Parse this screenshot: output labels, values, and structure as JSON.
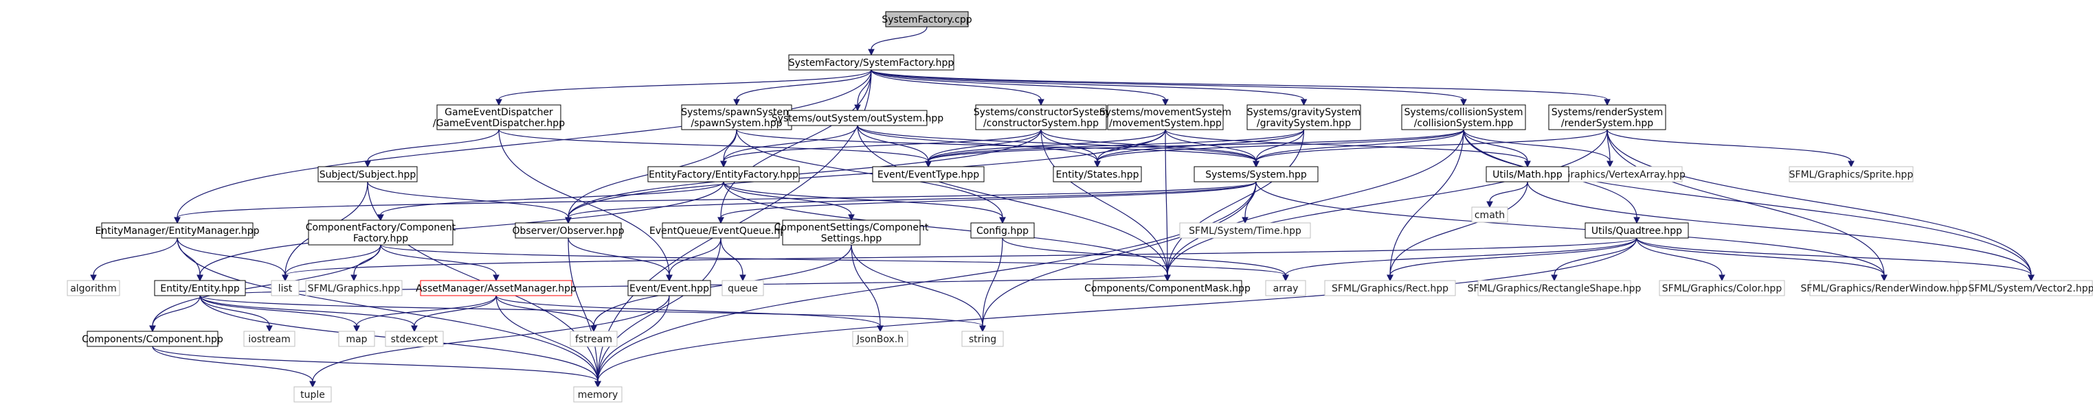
{
  "diagram": {
    "type": "include-dependency-graph",
    "colors": {
      "edge": "#191970",
      "root_fill": "#bfbfbf",
      "node_border": "#000000",
      "system_border": "#bfbfbf",
      "missing_border": "#ff0000"
    },
    "nodes": [
      {
        "id": "root",
        "lines": [
          "SystemFactory.cpp"
        ],
        "kind": "root"
      },
      {
        "id": "sf",
        "lines": [
          "SystemFactory/SystemFactory.hpp"
        ],
        "kind": "project"
      },
      {
        "id": "ged",
        "lines": [
          "GameEventDispatcher",
          "/GameEventDispatcher.hpp"
        ],
        "kind": "project"
      },
      {
        "id": "spawn",
        "lines": [
          "Systems/spawnSystem",
          "/spawnSystem.hpp"
        ],
        "kind": "project"
      },
      {
        "id": "out",
        "lines": [
          "Systems/outSystem/outSystem.hpp"
        ],
        "kind": "project"
      },
      {
        "id": "constructor",
        "lines": [
          "Systems/constructorSystem",
          "/constructorSystem.hpp"
        ],
        "kind": "project"
      },
      {
        "id": "movement",
        "lines": [
          "Systems/movementSystem",
          "/movementSystem.hpp"
        ],
        "kind": "project"
      },
      {
        "id": "gravity",
        "lines": [
          "Systems/gravitySystem",
          "/gravitySystem.hpp"
        ],
        "kind": "project"
      },
      {
        "id": "collision",
        "lines": [
          "Systems/collisionSystem",
          "/collisionSystem.hpp"
        ],
        "kind": "project"
      },
      {
        "id": "render",
        "lines": [
          "Systems/renderSystem",
          "/renderSystem.hpp"
        ],
        "kind": "project"
      },
      {
        "id": "subject",
        "lines": [
          "Subject/Subject.hpp"
        ],
        "kind": "project"
      },
      {
        "id": "ef",
        "lines": [
          "EntityFactory/EntityFactory.hpp"
        ],
        "kind": "project"
      },
      {
        "id": "eventtype",
        "lines": [
          "Event/EventType.hpp"
        ],
        "kind": "project"
      },
      {
        "id": "states",
        "lines": [
          "Entity/States.hpp"
        ],
        "kind": "project"
      },
      {
        "id": "system",
        "lines": [
          "Systems/System.hpp"
        ],
        "kind": "project"
      },
      {
        "id": "vertexarray",
        "lines": [
          "SFML/Graphics/VertexArray.hpp"
        ],
        "kind": "system"
      },
      {
        "id": "sprite",
        "lines": [
          "SFML/Graphics/Sprite.hpp"
        ],
        "kind": "system"
      },
      {
        "id": "math",
        "lines": [
          "Utils/Math.hpp"
        ],
        "kind": "project"
      },
      {
        "id": "cmath",
        "lines": [
          "cmath"
        ],
        "kind": "system"
      },
      {
        "id": "em",
        "lines": [
          "EntityManager/EntityManager.hpp"
        ],
        "kind": "project"
      },
      {
        "id": "cf",
        "lines": [
          "ComponentFactory/Component",
          "Factory.hpp"
        ],
        "kind": "project"
      },
      {
        "id": "observer",
        "lines": [
          "Observer/Observer.hpp"
        ],
        "kind": "project"
      },
      {
        "id": "eq",
        "lines": [
          "EventQueue/EventQueue.hpp"
        ],
        "kind": "project"
      },
      {
        "id": "cs",
        "lines": [
          "ComponentSettings/Component",
          "Settings.hpp"
        ],
        "kind": "project"
      },
      {
        "id": "config",
        "lines": [
          "Config.hpp"
        ],
        "kind": "project"
      },
      {
        "id": "time",
        "lines": [
          "SFML/System/Time.hpp"
        ],
        "kind": "system"
      },
      {
        "id": "quadtree",
        "lines": [
          "Utils/Quadtree.hpp"
        ],
        "kind": "project"
      },
      {
        "id": "algorithm",
        "lines": [
          "algorithm"
        ],
        "kind": "system"
      },
      {
        "id": "entity",
        "lines": [
          "Entity/Entity.hpp"
        ],
        "kind": "project"
      },
      {
        "id": "list",
        "lines": [
          "list"
        ],
        "kind": "system"
      },
      {
        "id": "sfgraphics",
        "lines": [
          "SFML/Graphics.hpp"
        ],
        "kind": "system"
      },
      {
        "id": "am",
        "lines": [
          "AssetManager/AssetManager.hpp"
        ],
        "kind": "missing"
      },
      {
        "id": "event",
        "lines": [
          "Event/Event.hpp"
        ],
        "kind": "project"
      },
      {
        "id": "queue",
        "lines": [
          "queue"
        ],
        "kind": "system"
      },
      {
        "id": "cmask",
        "lines": [
          "Components/ComponentMask.hpp"
        ],
        "kind": "project"
      },
      {
        "id": "array",
        "lines": [
          "array"
        ],
        "kind": "system"
      },
      {
        "id": "rect",
        "lines": [
          "SFML/Graphics/Rect.hpp"
        ],
        "kind": "system"
      },
      {
        "id": "rectshape",
        "lines": [
          "SFML/Graphics/RectangleShape.hpp"
        ],
        "kind": "system"
      },
      {
        "id": "color",
        "lines": [
          "SFML/Graphics/Color.hpp"
        ],
        "kind": "system"
      },
      {
        "id": "renderwindow",
        "lines": [
          "SFML/Graphics/RenderWindow.hpp"
        ],
        "kind": "system"
      },
      {
        "id": "vector2",
        "lines": [
          "SFML/System/Vector2.hpp"
        ],
        "kind": "system"
      },
      {
        "id": "component",
        "lines": [
          "Components/Component.hpp"
        ],
        "kind": "project"
      },
      {
        "id": "iostream",
        "lines": [
          "iostream"
        ],
        "kind": "system"
      },
      {
        "id": "map",
        "lines": [
          "map"
        ],
        "kind": "system"
      },
      {
        "id": "stdexcept",
        "lines": [
          "stdexcept"
        ],
        "kind": "system"
      },
      {
        "id": "fstream",
        "lines": [
          "fstream"
        ],
        "kind": "system"
      },
      {
        "id": "jsonbox",
        "lines": [
          "JsonBox.h"
        ],
        "kind": "system"
      },
      {
        "id": "string",
        "lines": [
          "string"
        ],
        "kind": "system"
      },
      {
        "id": "tuple",
        "lines": [
          "tuple"
        ],
        "kind": "system"
      },
      {
        "id": "memory",
        "lines": [
          "memory"
        ],
        "kind": "system"
      }
    ],
    "edges": [
      [
        "root",
        "sf"
      ],
      [
        "sf",
        "ged"
      ],
      [
        "sf",
        "spawn"
      ],
      [
        "sf",
        "out"
      ],
      [
        "sf",
        "constructor"
      ],
      [
        "sf",
        "movement"
      ],
      [
        "sf",
        "gravity"
      ],
      [
        "sf",
        "collision"
      ],
      [
        "sf",
        "render"
      ],
      [
        "sf",
        "em"
      ],
      [
        "sf",
        "eq"
      ],
      [
        "sf",
        "memory"
      ],
      [
        "ged",
        "subject"
      ],
      [
        "ged",
        "eventtype"
      ],
      [
        "ged",
        "event"
      ],
      [
        "subject",
        "observer"
      ],
      [
        "subject",
        "list"
      ],
      [
        "subject",
        "memory"
      ],
      [
        "spawn",
        "ef"
      ],
      [
        "spawn",
        "system"
      ],
      [
        "spawn",
        "observer"
      ],
      [
        "spawn",
        "config"
      ],
      [
        "out",
        "system"
      ],
      [
        "out",
        "eventtype"
      ],
      [
        "out",
        "states"
      ],
      [
        "out",
        "ef"
      ],
      [
        "out",
        "cmask"
      ],
      [
        "constructor",
        "ef"
      ],
      [
        "constructor",
        "system"
      ],
      [
        "constructor",
        "eventtype"
      ],
      [
        "constructor",
        "states"
      ],
      [
        "constructor",
        "observer"
      ],
      [
        "constructor",
        "cmask"
      ],
      [
        "movement",
        "system"
      ],
      [
        "movement",
        "states"
      ],
      [
        "movement",
        "eventtype"
      ],
      [
        "movement",
        "math"
      ],
      [
        "movement",
        "observer"
      ],
      [
        "movement",
        "cmask"
      ],
      [
        "gravity",
        "system"
      ],
      [
        "gravity",
        "states"
      ],
      [
        "gravity",
        "cmask"
      ],
      [
        "gravity",
        "eventtype"
      ],
      [
        "collision",
        "system"
      ],
      [
        "collision",
        "quadtree"
      ],
      [
        "collision",
        "math"
      ],
      [
        "collision",
        "vertexarray"
      ],
      [
        "collision",
        "eventtype"
      ],
      [
        "collision",
        "states"
      ],
      [
        "collision",
        "cmask"
      ],
      [
        "collision",
        "rect"
      ],
      [
        "collision",
        "vector2"
      ],
      [
        "render",
        "system"
      ],
      [
        "render",
        "vertexarray"
      ],
      [
        "render",
        "sprite"
      ],
      [
        "render",
        "renderwindow"
      ],
      [
        "render",
        "vector2"
      ],
      [
        "render",
        "cmask"
      ],
      [
        "ef",
        "cf"
      ],
      [
        "ef",
        "cs"
      ],
      [
        "ef",
        "config"
      ],
      [
        "ef",
        "entity"
      ],
      [
        "ef",
        "cmask"
      ],
      [
        "system",
        "em"
      ],
      [
        "system",
        "observer"
      ],
      [
        "system",
        "eq"
      ],
      [
        "system",
        "time"
      ],
      [
        "system",
        "renderwindow"
      ],
      [
        "system",
        "string"
      ],
      [
        "system",
        "memory"
      ],
      [
        "math",
        "cmath"
      ],
      [
        "math",
        "rect"
      ],
      [
        "math",
        "vector2"
      ],
      [
        "em",
        "entity"
      ],
      [
        "em",
        "algorithm"
      ],
      [
        "em",
        "list"
      ],
      [
        "em",
        "memory"
      ],
      [
        "cf",
        "component"
      ],
      [
        "cf",
        "am"
      ],
      [
        "cf",
        "sfgraphics"
      ],
      [
        "cf",
        "array"
      ],
      [
        "cf",
        "list"
      ],
      [
        "observer",
        "event"
      ],
      [
        "observer",
        "memory"
      ],
      [
        "eq",
        "event"
      ],
      [
        "eq",
        "queue"
      ],
      [
        "eq",
        "memory"
      ],
      [
        "cs",
        "jsonbox"
      ],
      [
        "cs",
        "string"
      ],
      [
        "cs",
        "fstream"
      ],
      [
        "config",
        "string"
      ],
      [
        "config",
        "array"
      ],
      [
        "quadtree",
        "rectshape"
      ],
      [
        "quadtree",
        "color"
      ],
      [
        "quadtree",
        "renderwindow"
      ],
      [
        "quadtree",
        "vector2"
      ],
      [
        "quadtree",
        "rect"
      ],
      [
        "quadtree",
        "array"
      ],
      [
        "quadtree",
        "list"
      ],
      [
        "quadtree",
        "memory"
      ],
      [
        "entity",
        "component"
      ],
      [
        "entity",
        "cmask"
      ],
      [
        "entity",
        "iostream"
      ],
      [
        "entity",
        "map"
      ],
      [
        "entity",
        "stdexcept"
      ],
      [
        "entity",
        "string"
      ],
      [
        "entity",
        "memory"
      ],
      [
        "am",
        "map"
      ],
      [
        "am",
        "stdexcept"
      ],
      [
        "am",
        "fstream"
      ],
      [
        "am",
        "jsonbox"
      ],
      [
        "am",
        "memory"
      ],
      [
        "event",
        "tuple"
      ],
      [
        "event",
        "memory"
      ],
      [
        "component",
        "tuple"
      ],
      [
        "component",
        "memory"
      ]
    ]
  }
}
